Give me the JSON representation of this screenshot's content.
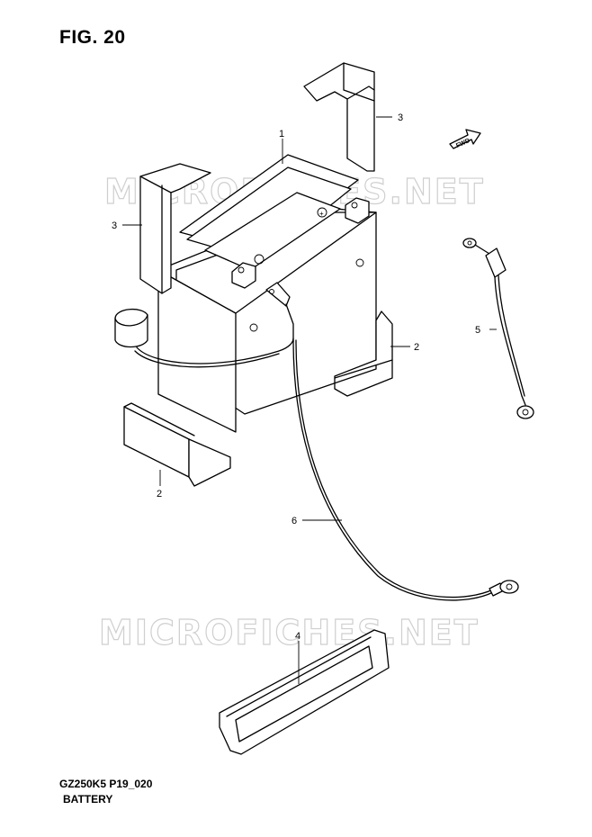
{
  "figure": {
    "title": "FIG. 20"
  },
  "footer": {
    "model_code": "GZ250K5 P19_020",
    "section_name": "BATTERY"
  },
  "watermark": {
    "text": "MICROFICHES.NET"
  },
  "fwd_arrow": {
    "label": "FWD"
  },
  "callouts": [
    {
      "id": "1",
      "label": "1",
      "part": "battery"
    },
    {
      "id": "2a",
      "label": "2",
      "part": "battery-side-pad"
    },
    {
      "id": "2b",
      "label": "2",
      "part": "battery-bottom-pad"
    },
    {
      "id": "3a",
      "label": "3",
      "part": "battery-top-pad"
    },
    {
      "id": "3b",
      "label": "3",
      "part": "battery-front-pad"
    },
    {
      "id": "4",
      "label": "4",
      "part": "battery-band"
    },
    {
      "id": "5",
      "label": "5",
      "part": "battery-plus-lead"
    },
    {
      "id": "6",
      "label": "6",
      "part": "battery-minus-lead"
    }
  ]
}
